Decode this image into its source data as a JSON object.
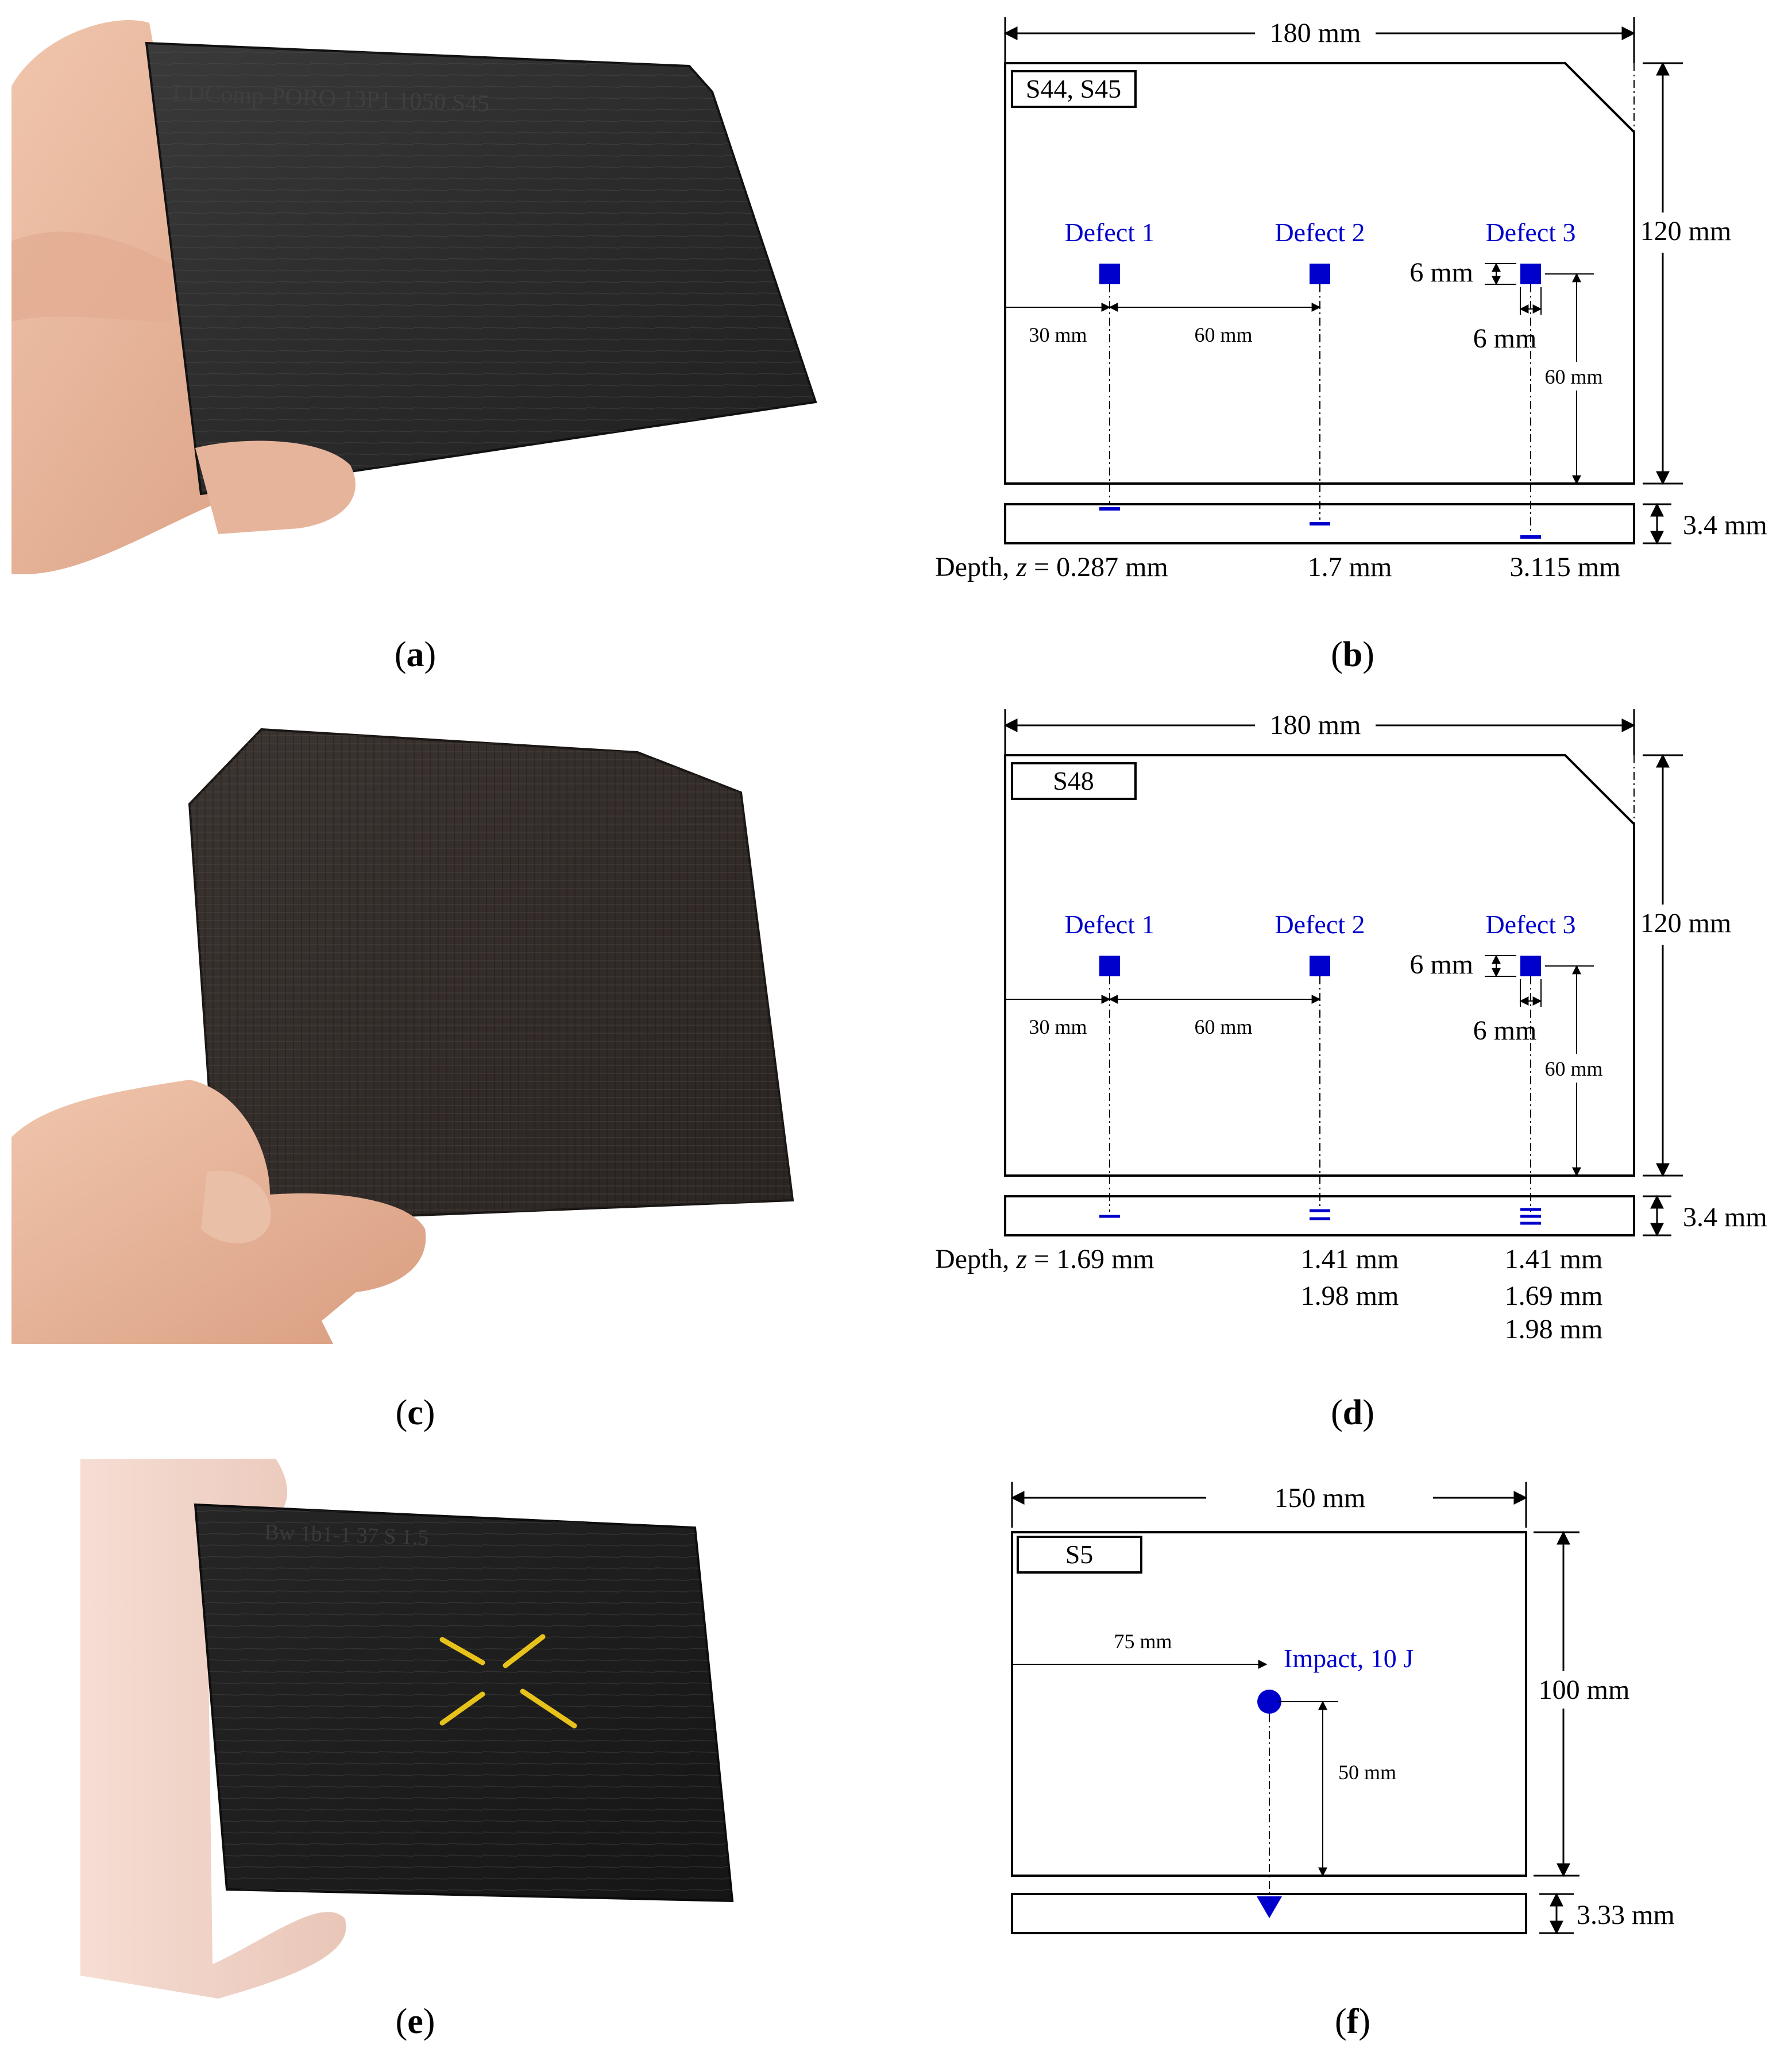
{
  "captions": {
    "a": {
      "open": "(",
      "letter": "a",
      "close": ")"
    },
    "b": {
      "open": "(",
      "letter": "b",
      "close": ")"
    },
    "c": {
      "open": "(",
      "letter": "c",
      "close": ")"
    },
    "d": {
      "open": "(",
      "letter": "d",
      "close": ")"
    },
    "e": {
      "open": "(",
      "letter": "e",
      "close": ")"
    },
    "f": {
      "open": "(",
      "letter": "f",
      "close": ")"
    }
  },
  "photos": {
    "a": {
      "plate_engraving": "LDComp-PORO 13P1 1050 S45"
    },
    "e": {
      "plate_engraving": "Bw 1b1-1 37 S 1.5"
    }
  },
  "colors": {
    "defect": "#0000cc",
    "tape": "#e6c21a",
    "plate_dark": "#2a2a2a",
    "skin": "#e8b8a0"
  },
  "diagram_b": {
    "sample_label": "S44, S45",
    "width_label": "180 mm",
    "height_label": "120 mm",
    "thickness_label": "3.4 mm",
    "defect_labels": [
      "Defect 1",
      "Defect 2",
      "Defect 3"
    ],
    "spacing_30": "30 mm",
    "spacing_60": "60 mm",
    "vertical_60": "60 mm",
    "defect_h_label": "6 mm",
    "defect_w_label": "6 mm",
    "depth_prefix": "Depth, ",
    "depth_var": "z",
    "depth_eq": " = 0.287 mm",
    "depth_2": "1.7 mm",
    "depth_3": "3.115 mm"
  },
  "diagram_d": {
    "sample_label": "S48",
    "width_label": "180 mm",
    "height_label": "120 mm",
    "thickness_label": "3.4 mm",
    "defect_labels": [
      "Defect 1",
      "Defect 2",
      "Defect 3"
    ],
    "spacing_30": "30 mm",
    "spacing_60": "60 mm",
    "vertical_60": "60 mm",
    "defect_h_label": "6 mm",
    "defect_w_label": "6 mm",
    "depth_prefix": "Depth, ",
    "depth_var": "z",
    "depth_eq": " = 1.69 mm",
    "depth_2a": "1.41 mm",
    "depth_2b": "1.98 mm",
    "depth_3a": "1.41 mm",
    "depth_3b": "1.69 mm",
    "depth_3c": "1.98 mm"
  },
  "diagram_f": {
    "sample_label": "S5",
    "width_label": "150 mm",
    "height_label": "100 mm",
    "thickness_label": "3.33 mm",
    "horizontal_75": "75 mm",
    "vertical_50": "50 mm",
    "impact_label": "Impact, 10 J"
  }
}
